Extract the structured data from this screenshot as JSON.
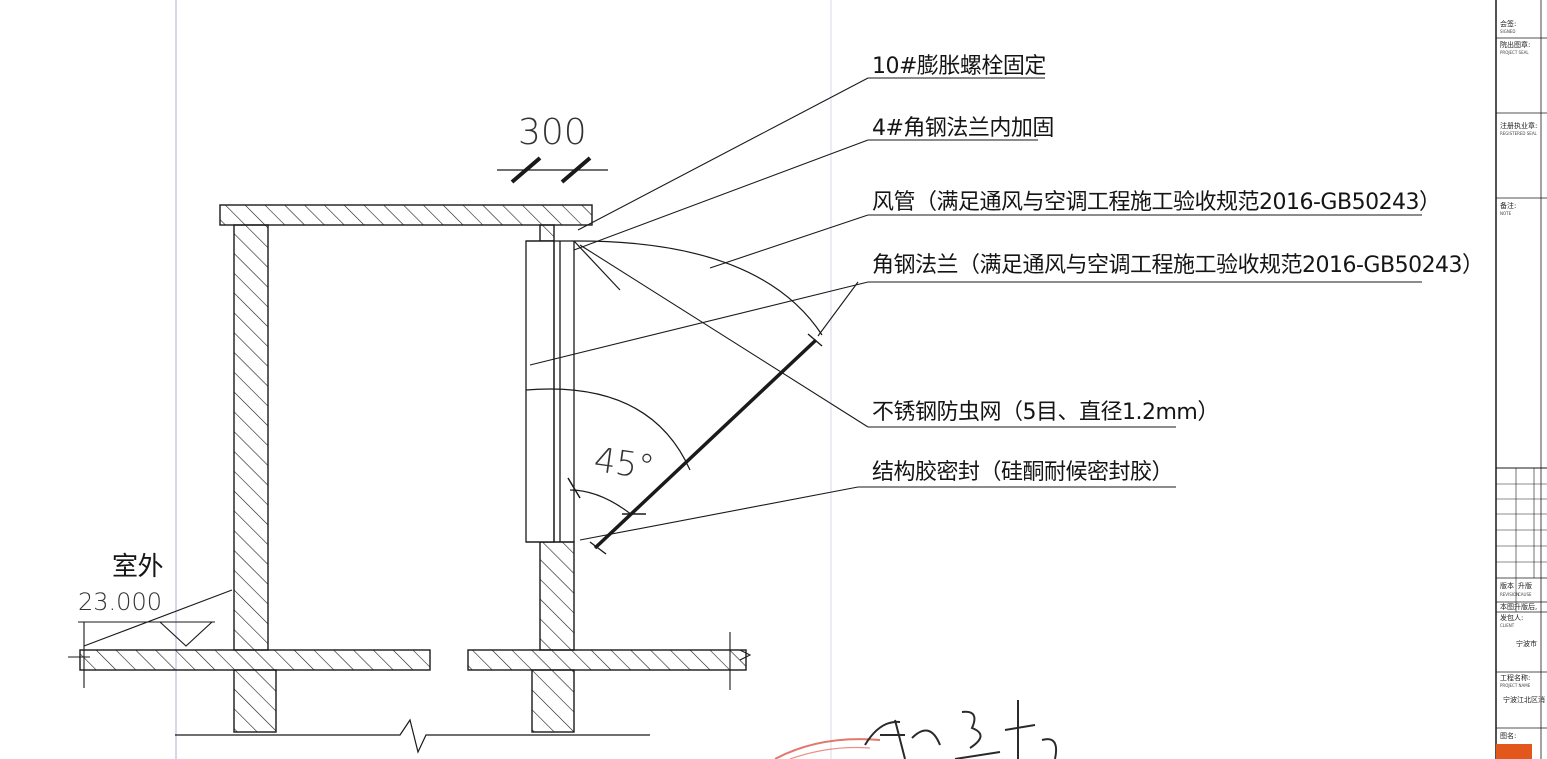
{
  "annotations": [
    {
      "id": "expansion-bolt",
      "text": "10#膨胀螺栓固定"
    },
    {
      "id": "angle-flange-reinforce",
      "text": "4#角钢法兰内加固"
    },
    {
      "id": "duct",
      "text": "风管（满足通风与空调工程施工验收规范2016-GB50243）"
    },
    {
      "id": "angle-flange",
      "text": "角钢法兰（满足通风与空调工程施工验收规范2016-GB50243）"
    },
    {
      "id": "insect-screen",
      "text": "不锈钢防虫网（5目、直径1.2mm）"
    },
    {
      "id": "sealant",
      "text": "结构胶密封（硅酮耐候密封胶）"
    }
  ],
  "dimensions": {
    "width": "300",
    "angle": "45°",
    "elevation": "23.000",
    "outdoor": "室外"
  },
  "title_block": {
    "countersign": "会签:",
    "countersign_en": "SIGNED",
    "seal": "院出图章:",
    "seal_en": "PROJECT SEAL",
    "reg_seal": "注册执业章:",
    "reg_seal_en": "REGISTERED SEAL",
    "notes": "备注:",
    "notes_en": "NOTE",
    "revision": "版本",
    "revision_en": "REVISION",
    "reason": "升版",
    "reason_en": "CAUSE",
    "revision_note": "本图升版后,",
    "client": "发包人:",
    "client_en": "CLIENT",
    "client_name": "宁波市",
    "project": "工程名称:",
    "project_en": "PROJECT NAME",
    "project_name": "宁波江北区消",
    "drawing": "图名:"
  },
  "colors": {
    "line": "#1a1a1a",
    "stamp": "#d84a3a",
    "border": "#c8c8e8"
  }
}
